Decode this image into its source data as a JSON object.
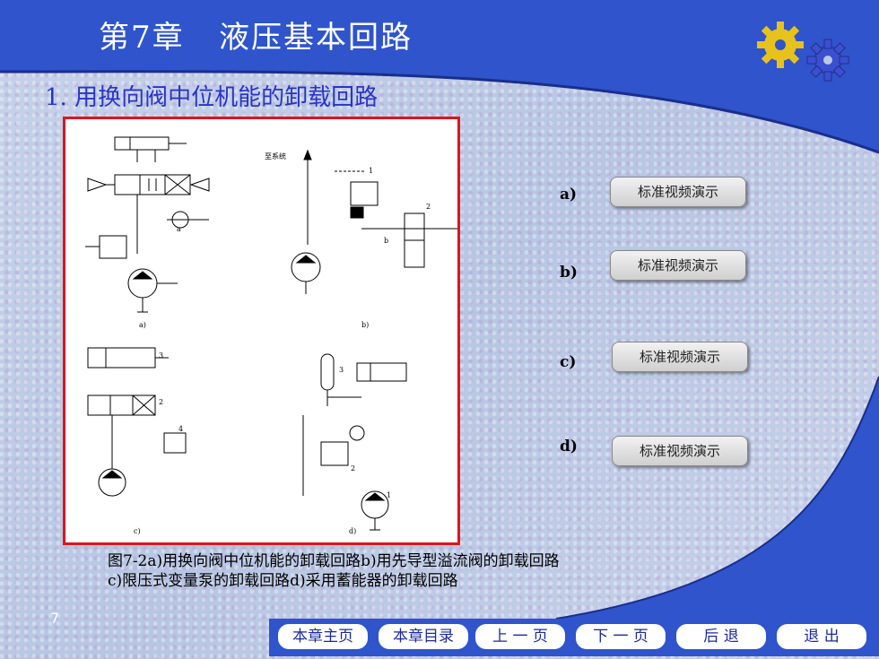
{
  "header": {
    "title": "第7章   液压基本回路"
  },
  "subtitle": "1. 用换向阀中位机能的卸载回路",
  "figure": {
    "labels": {
      "a": "a)",
      "b": "b)",
      "c": "c)",
      "d": "d)",
      "to_system": "至系统"
    },
    "numbers": {
      "n1": "1",
      "n2": "2",
      "n3": "3",
      "n4": "4",
      "a_small": "a",
      "b_small": "b"
    }
  },
  "caption": {
    "line1": "图7-2a)用换向阀中位机能的卸载回路b)用先导型溢流阀的卸载回路",
    "line2": "c)限压式变量泵的卸载回路d)采用蓄能器的卸载回路"
  },
  "demos": [
    {
      "letter": "a)",
      "label": "标准视频演示"
    },
    {
      "letter": "b)",
      "label": "标准视频演示"
    },
    {
      "letter": "c)",
      "label": "标准视频演示"
    },
    {
      "letter": "d)",
      "label": "标准视频演示"
    }
  ],
  "page_number": "7",
  "nav": [
    "本章主页",
    "本章目录",
    "上 一 页",
    "下 一 页",
    "后  退",
    "退  出"
  ],
  "colors": {
    "header": "#2f54cc",
    "accent_red": "#e0141c",
    "subtitle": "#2a34c8",
    "gear_yellow": "#e8c21c",
    "gear_blue": "#3b4fd0"
  }
}
